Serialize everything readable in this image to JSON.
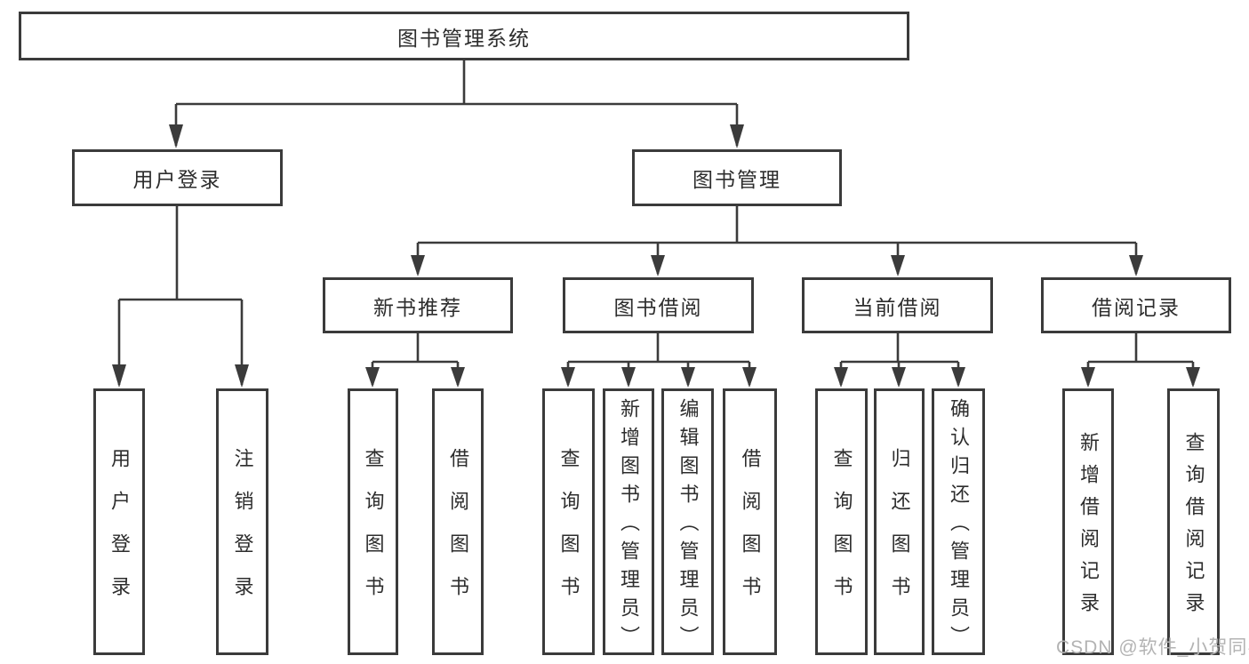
{
  "colors": {
    "line": "#3b3b3b",
    "box_border": "#3b3b3b",
    "text": "#2d2d2d",
    "watermark": "#b3b3b3",
    "background": "#ffffff"
  },
  "watermark": "CSDN @软件_小贺同学",
  "tree": {
    "label": "图书管理系统",
    "children": [
      {
        "label": "用户登录",
        "children": [
          {
            "label": "用户登录"
          },
          {
            "label": "注销登录"
          }
        ]
      },
      {
        "label": "图书管理",
        "children": [
          {
            "label": "新书推荐",
            "children": [
              {
                "label": "查询图书"
              },
              {
                "label": "借阅图书"
              }
            ]
          },
          {
            "label": "图书借阅",
            "children": [
              {
                "label": "查询图书"
              },
              {
                "label": "新增图书（管理员）"
              },
              {
                "label": "编辑图书（管理员）"
              },
              {
                "label": "借阅图书"
              }
            ]
          },
          {
            "label": "当前借阅",
            "children": [
              {
                "label": "查询图书"
              },
              {
                "label": "归还图书"
              },
              {
                "label": "确认归还（管理员）"
              }
            ]
          },
          {
            "label": "借阅记录",
            "children": [
              {
                "label": "新增借阅记录"
              },
              {
                "label": "查询借阅记录"
              }
            ]
          }
        ]
      }
    ]
  }
}
